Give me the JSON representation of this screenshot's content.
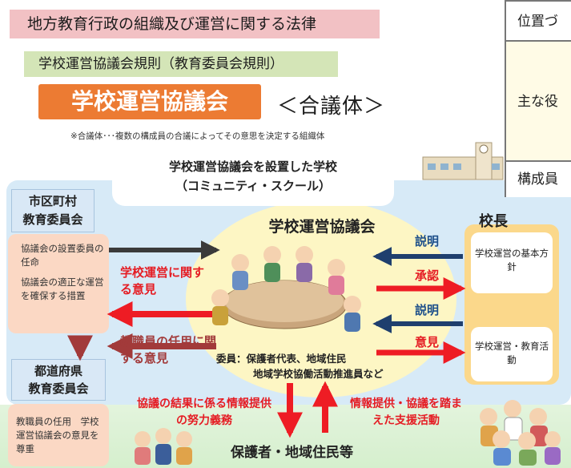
{
  "law_title": "地方教育行政の組織及び運営に関する法律",
  "rule_title": "学校運営協議会規則（教育委員会規則）",
  "council_banner": "学校運営協議会",
  "goushi": "＜合議体＞",
  "goushi_note": "※合議体･･･複数の構成員の合議によってその意思を決定する組織体",
  "right_panel": {
    "row1": "位置づ",
    "row2": "主な役",
    "row3": "構成員"
  },
  "school_bubble": {
    "line1": "学校運営協議会を設置した学校",
    "line2": "（コミュニティ・スクール）"
  },
  "council_title": "学校運営協議会",
  "city_board": {
    "line1": "市区町村",
    "line2": "教育委員会",
    "item1": "協議会の設置委員の任命",
    "item2": "協議会の適正な運営を確保する措置"
  },
  "pref_board": {
    "line1": "都道府県",
    "line2": "教育委員会",
    "text": "教職員の任用　学校運営協議会の意見を尊重"
  },
  "principal": {
    "title": "校長",
    "policy": "学校運営の基本方針",
    "activities": "学校運営・教育活動"
  },
  "arrows": {
    "school_opinion": "学校運営に関する意見",
    "staff_opinion": "教職員の任用に関する意見",
    "explain1": "説明",
    "approve": "承認",
    "explain2": "説明",
    "opinion": "意見",
    "effort": "協議の結果に係る情報提供の努力義務",
    "support": "情報提供・協議を踏まえた支援活動"
  },
  "members": {
    "line1": "委員：保護者代表、地域住民",
    "line2": "地域学校協働活動推進員など"
  },
  "bottom_title": "保護者・地域住民等",
  "colors": {
    "red_arrow": "#ee1c24",
    "blue_arrow": "#1f3f6e",
    "maroon_arrow": "#a23a3a",
    "banner_orange": "#ec7b33"
  }
}
